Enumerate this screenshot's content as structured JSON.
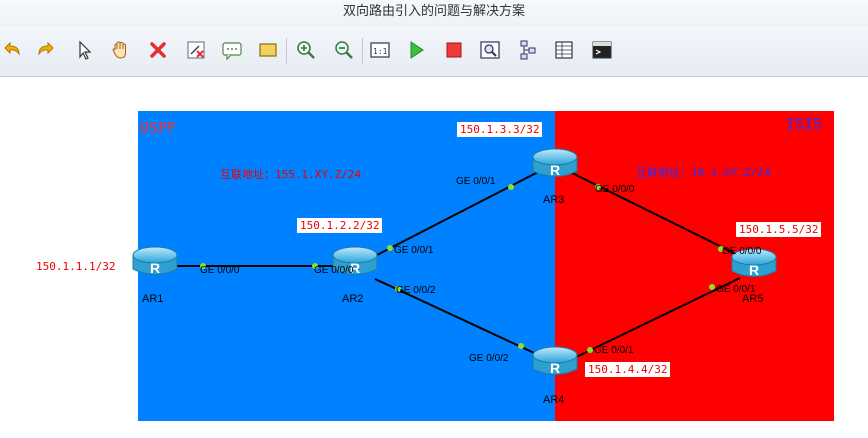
{
  "window": {
    "title": "双向路由引入的问题与解决方案"
  },
  "toolbar": {
    "tools": [
      {
        "icon": "undo-icon"
      },
      {
        "icon": "redo-icon"
      },
      {
        "icon": "select-pointer-icon"
      },
      {
        "icon": "pan-hand-icon"
      },
      {
        "icon": "delete-icon"
      },
      {
        "icon": "delete-link-icon"
      },
      {
        "icon": "text-note-icon"
      },
      {
        "icon": "rectangle-icon"
      },
      {
        "icon": "zoom-in-icon"
      },
      {
        "icon": "zoom-out-icon"
      },
      {
        "icon": "show-interface-icon"
      },
      {
        "icon": "start-device-icon"
      },
      {
        "icon": "stop-device-icon"
      },
      {
        "icon": "capture-icon"
      },
      {
        "icon": "topology-icon"
      },
      {
        "icon": "table-icon"
      },
      {
        "icon": "terminal-icon"
      }
    ]
  },
  "colors": {
    "ospf_area": "#0081ff",
    "isis_area": "#ff0000",
    "label_red": "#e00",
    "isis_title": "#2233ff",
    "port_dot": "#8ee02a"
  },
  "areas": {
    "ospf": {
      "title": "OSPF",
      "subnet": "互联地址：155.1.XY.Z/24"
    },
    "isis": {
      "title": "ISIS",
      "subnet": "互联地址：10.1.XY.Z/24"
    }
  },
  "routers": [
    {
      "name": "AR1",
      "loopback": "150.1.1.1/32"
    },
    {
      "name": "AR2",
      "loopback": "150.1.2.2/32"
    },
    {
      "name": "AR3",
      "loopback": "150.1.3.3/32"
    },
    {
      "name": "AR4",
      "loopback": "150.1.4.4/32"
    },
    {
      "name": "AR5",
      "loopback": "150.1.5.5/32"
    }
  ],
  "ports": {
    "ar1_g000": "GE 0/0/0",
    "ar2_g000": "GE 0/0/0",
    "ar2_g001": "GE 0/0/1",
    "ar2_g002": "GE 0/0/2",
    "ar3_g001": "GE 0/0/1",
    "ar3_g000": "GE 0/0/0",
    "ar4_g002": "GE 0/0/2",
    "ar4_g001": "GE 0/0/1",
    "ar5_g000": "GE 0/0/0",
    "ar5_g001": "GE 0/0/1"
  }
}
